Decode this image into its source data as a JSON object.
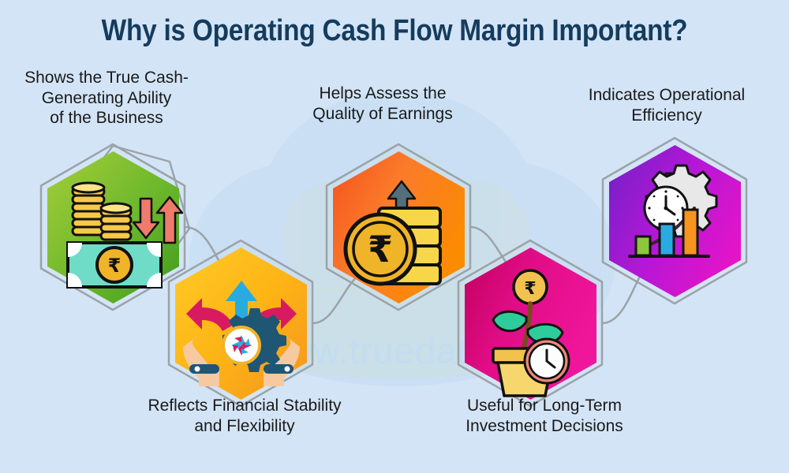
{
  "page": {
    "title": "Why is Operating Cash Flow Margin Important?",
    "watermark": "www.truedata.in",
    "background_color": "#d3e4f6",
    "title_color": "#143c5e",
    "caption_color": "#1a1a1a",
    "connector_color": "#9aa3a8"
  },
  "nodes": [
    {
      "id": "true-cash-generating-ability",
      "caption": "Shows the True Cash-\nGenerating Ability\nof the Business",
      "icon": "coins-banknote-arrows-icon",
      "color_start": "#a6ce39",
      "color_end": "#3f9c1f",
      "position": "top-left"
    },
    {
      "id": "financial-stability-flexibility",
      "caption": "Reflects Financial Stability\nand Flexibility",
      "icon": "gear-hands-arrows-icon",
      "color_start": "#ffc425",
      "color_end": "#f7941e",
      "position": "bottom-left"
    },
    {
      "id": "quality-of-earnings",
      "caption": "Helps Assess the\nQuality of Earnings",
      "icon": "rupee-coin-stack-uparrow-icon",
      "color_start": "#f4511e",
      "color_end": "#fb8c00",
      "position": "top-center"
    },
    {
      "id": "long-term-investment-decisions",
      "caption": "Useful for Long-Term\nInvestment Decisions",
      "icon": "money-plant-clock-icon",
      "color_start": "#d4006a",
      "color_end": "#f0169b",
      "position": "bottom-center"
    },
    {
      "id": "operational-efficiency",
      "caption": "Indicates Operational\nEfficiency",
      "icon": "gear-clock-barchart-icon",
      "color_start": "#8c1fc9",
      "color_end": "#ea14c6",
      "position": "top-right"
    }
  ]
}
